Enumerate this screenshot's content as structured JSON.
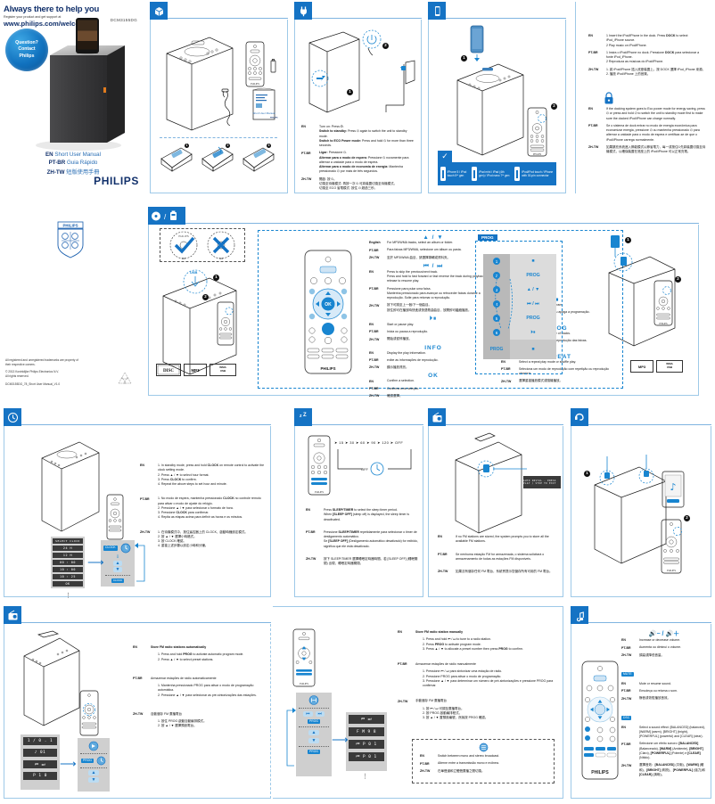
{
  "cover": {
    "headline": "Always there to help you",
    "subline": "Register your product and get support at",
    "url": "www.philips.com/welcome",
    "model": "DCM3155DG",
    "badge_line1": "Question?",
    "badge_line2": "Contact",
    "badge_line3": "Philips",
    "languages": [
      {
        "code": "EN",
        "title": "Short User Manual"
      },
      {
        "code": "PT-BR",
        "title": "Guia Rápido"
      },
      {
        "code": "ZH-TW",
        "title": "短版使用手冊"
      }
    ],
    "brand": "PHILIPS",
    "shield_label": "PHILIPS",
    "legal_line1": "All registered and unregistered trademarks are property of",
    "legal_line2": "their respective owners.",
    "legal_line3": "© 2013 Koninklijke Philips Electronics N.V.",
    "legal_line4": "All rights reserved.",
    "doc_id": "DCM3155DG_78_Short User Manual_V1.0"
  },
  "panel_box": {
    "icon": "box-contents-icon",
    "battery_steps": [
      "1",
      "2",
      "3"
    ]
  },
  "panel_power": {
    "icon": "power-plug-icon",
    "markers": [
      "1",
      "2"
    ],
    "rows": [
      {
        "lang": "EN",
        "lines": [
          "Turn on: Press <b>⏻</b>.",
          "<b>Switch to standby:</b> Press ⏻ again to switch the unit to standby mode.",
          "<b>Switch to ECO Power mode:</b> Press and hold ⏻ for more than three seconds."
        ]
      },
      {
        "lang": "PT-BR",
        "lines": [
          "<b>Ligar:</b> Pressione ⏻.",
          "<b>Alternar para o modo de espera:</b> Pressione ⏻ novamente para alternar a unidade para o modo de espera.",
          "<b>Alternar para o modo de economia de energia:</b> Mantenha pressionado ⏻ por mais de três segundos."
        ]
      },
      {
        "lang": "ZH-TW",
        "lines": [
          "開啟: 按 ⏻。",
          "切換至待機模式: 再按一次 ⏻ 可將裝置切換至待機模式。",
          "切換至 ECO 省電模式: 按住 ⏻ 超過三秒。"
        ]
      }
    ]
  },
  "panel_dock": {
    "icon": "ipod-dock-icon",
    "markers": [
      "1",
      "2"
    ],
    "check_icon": "check-icon",
    "compat": [
      {
        "icon": "iphone-icon",
        "text": "iPhone 5 /\niPod touch 5ᵗʰ gen"
      },
      {
        "icon": "ipad-icon",
        "text": "iPad mini /\niPad (4th gen) /\niPod nano 7ᵗʰ gen"
      },
      {
        "icon": "phone-icon",
        "text": "iPod/iPod touch /\niPhone with 30-pin\nconnector"
      }
    ]
  },
  "panel_dock_text": {
    "rows": [
      {
        "lang": "EN",
        "lines": [
          "1 Insert the iPod/iPhone in the dock. Press <b>DOCK</b> to select iPod_iPhone source.",
          "2 Play music on iPod/iPhone."
        ]
      },
      {
        "lang": "PT-BR",
        "lines": [
          "1 Insira o iPod/iPhone no dock. Pressione <b>DOCK</b> para selecionar a fonte iPod_iPhone.",
          "2 Reproduza as músicas do iPod/iPhone."
        ]
      },
      {
        "lang": "ZH-TW",
        "lines": [
          "1. 將 iPod/iPhone 插入底座裝置上。按 DOCK 選擇 iPod_iPhone 來源。",
          "2. 播放 iPod/iPhone 上的音樂。"
        ]
      }
    ],
    "note_icon": "warning-lock-icon",
    "notes": [
      {
        "lang": "EN",
        "lines": [
          "If the docking system goes to Eco power mode for energy saving, press ⏻ or press and hold ⏻ to switch the unit to standby mode first to make sure the docked iPod/iPhone can charge normally."
        ]
      },
      {
        "lang": "PT-BR",
        "lines": [
          "Se o sistema de dock entrar no modo de energia econômica para economizar energia, pressione ⏻ ou mantenha pressionado ⏻ para alternar a unidade para o modo de espera e certificar-se de que o iPod/iPhone carrega normalmente."
        ]
      },
      {
        "lang": "ZH-TW",
        "lines": [
          "如果擴充系統進入節能模式以節省電力，每一或按住⏻先將裝置切換至待機模式，以確保裝置在底座上的 iPod/iPhone 可以正常充電。"
        ]
      }
    ]
  },
  "panel_disc_usb": {
    "icon": "disc-usb-icon",
    "ok_label": "NON",
    "no_label": "NON",
    "markers": [
      "1",
      "2"
    ],
    "logos": [
      "MP3",
      "WMA",
      "USB"
    ],
    "keys": [
      {
        "symbol": "▲ / ▼",
        "rows": [
          {
            "lang": "English",
            "text": "For MP3/WMA tracks, select an album or folder."
          },
          {
            "lang": "PT-BR",
            "text": "Para faixas MP3/WMA, selecione um álbum ou pasta."
          },
          {
            "lang": "ZH-TW",
            "text": "至於 MP3/WMA 曲目，請選擇專輯或資料夾。"
          }
        ]
      },
      {
        "symbol": "⏮ / ⏭",
        "rows": [
          {
            "lang": "EN",
            "text": "Press to skip the previous/next track.<br>Press and hold to fast forward or fast reverse the track during playback then release to resume play."
          },
          {
            "lang": "PT-BR",
            "text": "Pressione para pular uma faixa.<br>Mantenha pressionado para avançar ou retroceder faixas durante a reprodução. Solte para retomar a reprodução."
          },
          {
            "lang": "ZH-TW",
            "text": "按下可跳至上一個/下一個曲目。<br>按住即可在播放時快進或快退歌曲曲目，放開即可繼續播放。"
          }
        ]
      },
      {
        "symbol": "⏵⏸",
        "rows": [
          {
            "lang": "EN",
            "text": "Start or pause play."
          },
          {
            "lang": "PT-BR",
            "text": "Inicia ou pausa a reprodução."
          },
          {
            "lang": "ZH-TW",
            "text": "開始或暫停播放。"
          }
        ]
      },
      {
        "symbol": "■",
        "rows": [
          {
            "lang": "EN",
            "text": "Stop play or erase the program."
          },
          {
            "lang": "PT-BR",
            "text": "Interrompe a reprodução ou apaga a programação."
          },
          {
            "lang": "ZH-TW",
            "text": "停止播放或清除編排。"
          }
        ]
      },
      {
        "symbol": "INFO",
        "rows": [
          {
            "lang": "EN",
            "text": "Display the play information."
          },
          {
            "lang": "PT-BR",
            "text": "exibe as informações de reprodução."
          },
          {
            "lang": "ZH-TW",
            "text": "顯示播放資訊。"
          }
        ]
      },
      {
        "symbol": "PROG",
        "rows": [
          {
            "lang": "EN",
            "text": "Program the play sequence of tracks."
          },
          {
            "lang": "PT-BR",
            "text": "Programa a sequência de reprodução das faixas."
          },
          {
            "lang": "ZH-TW",
            "text": "編排曲目播放順序。"
          }
        ]
      },
      {
        "symbol": "OK",
        "rows": [
          {
            "lang": "EN",
            "text": "Confirm a selection."
          },
          {
            "lang": "PT-BR",
            "text": "Confirma uma seleção."
          },
          {
            "lang": "ZH-TW",
            "text": "確認選擇。"
          }
        ]
      },
      {
        "symbol": "REPEAT",
        "rows": [
          {
            "lang": "EN",
            "text": "Select a repeat play mode or shuffle play."
          },
          {
            "lang": "PT-BR",
            "text": "Seleciona um modo de reprodução com repetição ou reprodução aleatória."
          },
          {
            "lang": "ZH-TW",
            "text": "選擇重複播放模式或隨機播放。"
          }
        ]
      }
    ],
    "prog_tab": "PROG",
    "prog_steps": [
      "1",
      "2",
      "3",
      "4",
      "5",
      "6"
    ],
    "prog_labels": [
      "■",
      "PROG",
      "▲ / ▼",
      "⏮ / ⏭",
      "PROG",
      "⏵⏸"
    ],
    "prog_footer_left": "PROG",
    "prog_footer_right": "■"
  },
  "panel_clock": {
    "icon": "clock-icon",
    "rows": [
      {
        "lang": "EN",
        "lines": [
          "1. In standby mode, press and hold <b>CLOCK</b> on remote control to activate the clock setting mode.",
          "2. Press ▲ / ▼ to select hour format.",
          "3. Press <b>CLOCK</b> to confirm.",
          "4. Repeat the above steps to set hour and minute."
        ]
      },
      {
        "lang": "PT-BR",
        "lines": [
          "1. No modo de espera, mantenha pressionado <b>CLOCK</b> no controle remoto para ativar o modo de ajuste do relógio.",
          "2. Pressione ▲ / ▼ para selecionar o formato de hora.",
          "3. Pressione <b>CLOCK</b> para confirmar.",
          "4. Repita as etapas acima para definir as horas e os minutos."
        ]
      },
      {
        "lang": "ZH-TW",
        "lines": [
          "1. 在待機模式中，按住遙控器上的 CLOCK，啟動時鐘設定模式。",
          "2. 按 ▲ / ▼ 選擇小時格式。",
          "3. 按 CLOCK 確認。",
          "4. 重複上述步驟以設定小時和分鐘。"
        ]
      }
    ],
    "keys": [
      "CLOCK",
      "▲",
      "▼",
      "CLOCK"
    ],
    "display_lines": [
      "SELECT CLOCK",
      "24 H",
      "12 H",
      "00 : 00",
      "10 : 00",
      "10 : 25",
      "OK"
    ]
  },
  "panel_sleep": {
    "icon": "sleep-timer-icon",
    "sequence": "➤ 15 ➤ 30 ➤ 60 ➤ 90 ➤ 120 ➤ OFF",
    "rows": [
      {
        "lang": "EN",
        "lines": [
          "Press <b>SLEEP/TIMER</b> to select the sleep timer period.",
          "When <b>[SLEEP OFF]</b> (sleep off) is displayed, the sleep timer is deactivated."
        ]
      },
      {
        "lang": "PT-BR",
        "lines": [
          "Pressione <b>SLEEP/TIMER</b> repetidamente para selecionar o timer de desligamento automático.",
          "Se <b>[SLEEP OFF]</b> (Desligamento automático desativado) for exibido, significa que ele está desativado."
        ]
      },
      {
        "lang": "ZH-TW",
        "lines": [
          "按下 SLEEP/TIMER 選擇睡眠定時器時間。若 [SLEEP OFF] (睡眠關閉) 出現，睡眠定時器關閉。"
        ]
      }
    ]
  },
  "panel_fm_auto_top": {
    "icon": "radio-icon",
    "display_text": "AUTO INSTAL - PRESS\nPLAY / STOP TO EXIT",
    "rows": [
      {
        "lang": "EN",
        "lines": [
          "If no FM stations are stored, the system prompts you to store all the available FM stations."
        ]
      },
      {
        "lang": "PT-BR",
        "lines": [
          "Se nenhuma estação FM for armazenada, o sistema solicitará o armazenamento de todas as estações FM disponíveis."
        ]
      },
      {
        "lang": "ZH-TW",
        "lines": [
          "如果沒有儲存任何 FM 電台，系統會提示您儲存所有可用的 FM 電台。"
        ]
      }
    ]
  },
  "panel_aux": {
    "icon": "audio-in-icon",
    "markers": [
      "1",
      "2"
    ],
    "device_icon": "music-note-icon"
  },
  "panel_fm_auto": {
    "icon": "radio-preset-icon",
    "rows": [
      {
        "lang": "EN",
        "title": "Store FM radio stations automatically",
        "lines": [
          "1. Press and hold <b>PROG</b> to activate automatic program mode.",
          "2. Press ▲ / ▼ to select preset stations."
        ]
      },
      {
        "lang": "PT-BR",
        "title": "Armazenar estações de rádio automaticamente",
        "lines": [
          "1. Mantenha pressionado PROG para ativar o modo de programação automática.",
          "2. Pressione ▲ / ▼ para selecionar as pré-sintonizações das estações."
        ]
      },
      {
        "lang": "ZH-TW",
        "title": "自動儲存 FM 廣播電台",
        "lines": [
          "1. 按住 PROG 啟動自動編排模式。",
          "2. 按 ▲ / ▼ 選擇預設電台。"
        ]
      }
    ],
    "display_lines": [
      "1 / 0 . 1",
      "♪ 01",
      "⏮  ⏭",
      "P 1 0"
    ],
    "keys": [
      "PROG",
      "▲",
      "▼"
    ]
  },
  "panel_fm_manual": {
    "rows": [
      {
        "lang": "EN",
        "title": "Store FM radio station manually",
        "lines": [
          "1. Press and hold ⏮ / ⏭ to tune to a radio station.",
          "2. Press <b>PROG</b> to activate program mode.",
          "3. Press ▲ / ▼ to allocate a preset number then press <b>PROG</b> to confirm."
        ]
      },
      {
        "lang": "PT-BR",
        "title": "Armazenar estações de rádio manualmente",
        "lines": [
          "1. Pressione ⏮ / ⏭ para sintonizar uma estação de rádio.",
          "2. Pressione PROG para ativar o modo de programação.",
          "3. Pressione ▲ / ▼ para determinar um número de pré-sintonizações e pressione PROG para confirmar."
        ]
      },
      {
        "lang": "ZH-TW",
        "title": "手動儲存 FM 廣播電台",
        "lines": [
          "1. 按 ⏮ / ⏭ 可調至廣播電台。",
          "2. 按 PROG 啟動編排程式。",
          "3. 按 ▲ / ▼ 置預設編號，然後按 PROG 確認。"
        ]
      }
    ],
    "keys": [
      "⏮",
      "⏭",
      "PROG",
      "▲",
      "▼",
      "PROG"
    ],
    "display_lines": [
      "⏮   ⏭",
      "F M  9 8",
      "⏮  P 0 1",
      "⏮  P 0 1"
    ],
    "note_icon": "mono-stereo-icon",
    "notes": [
      {
        "lang": "EN",
        "text": "Switch between mono and stereo broadcast."
      },
      {
        "lang": "PT-BR",
        "text": "Alterne entre a transmissão mono e mólnea."
      },
      {
        "lang": "ZH-TW",
        "text": "在單聲道和立體聲廣播之間切換。"
      }
    ]
  },
  "panel_sound": {
    "icon": "sound-icon",
    "groups": [
      {
        "symbol": "🔊− / 🔊＋",
        "rows": [
          {
            "lang": "EN",
            "text": "Increase or decrease volume."
          },
          {
            "lang": "PT-BR",
            "text": "Aumenta ou diminui o volume."
          },
          {
            "lang": "ZH-TW",
            "text": "調高或降低音量。"
          }
        ]
      },
      {
        "symbol": "MUTE",
        "rows": [
          {
            "lang": "EN",
            "text": "Mute or resume sound."
          },
          {
            "lang": "PT-BR",
            "text": "Emudeça ou retoma o som."
          },
          {
            "lang": "ZH-TW",
            "text": "靜音或恢復播放音效。"
          }
        ]
      },
      {
        "symbol": "DSC",
        "rows": [
          {
            "lang": "EN",
            "text": "Select a sound effect: [BALANCED] (balanced), [WARM] (warm), [BRIGHT] (bright), [POWERFUL] (powerful) and [CLEAR] (clear)."
          },
          {
            "lang": "PT-BR",
            "text": "Selecione um efeito sonoro: <b>[BALANCED]</b> (Balanceado), <b>[WARM]</b> (Ambiente), <b>[BRIGHT]</b> (Claro), <b>[POWERFUL]</b> (Potente) e <b>[CLEAR]</b> (Nítido)."
          },
          {
            "lang": "ZH-TW",
            "text": "選擇音效：<b>[BALANCED]</b> (平衡)、<b>[WARM]</b> (暖和)、<b>[BRIGHT]</b> (明亮)、<b>[POWERFUL]</b> (強力)和 <b>[CLEAR]</b> (清晰)。"
          }
        ]
      }
    ],
    "remote_brand": "PHILIPS"
  },
  "colors": {
    "accent": "#1573c4",
    "accent_light": "#1885d0",
    "rule": "#9ec9e8",
    "dark_navy": "#11306b"
  }
}
